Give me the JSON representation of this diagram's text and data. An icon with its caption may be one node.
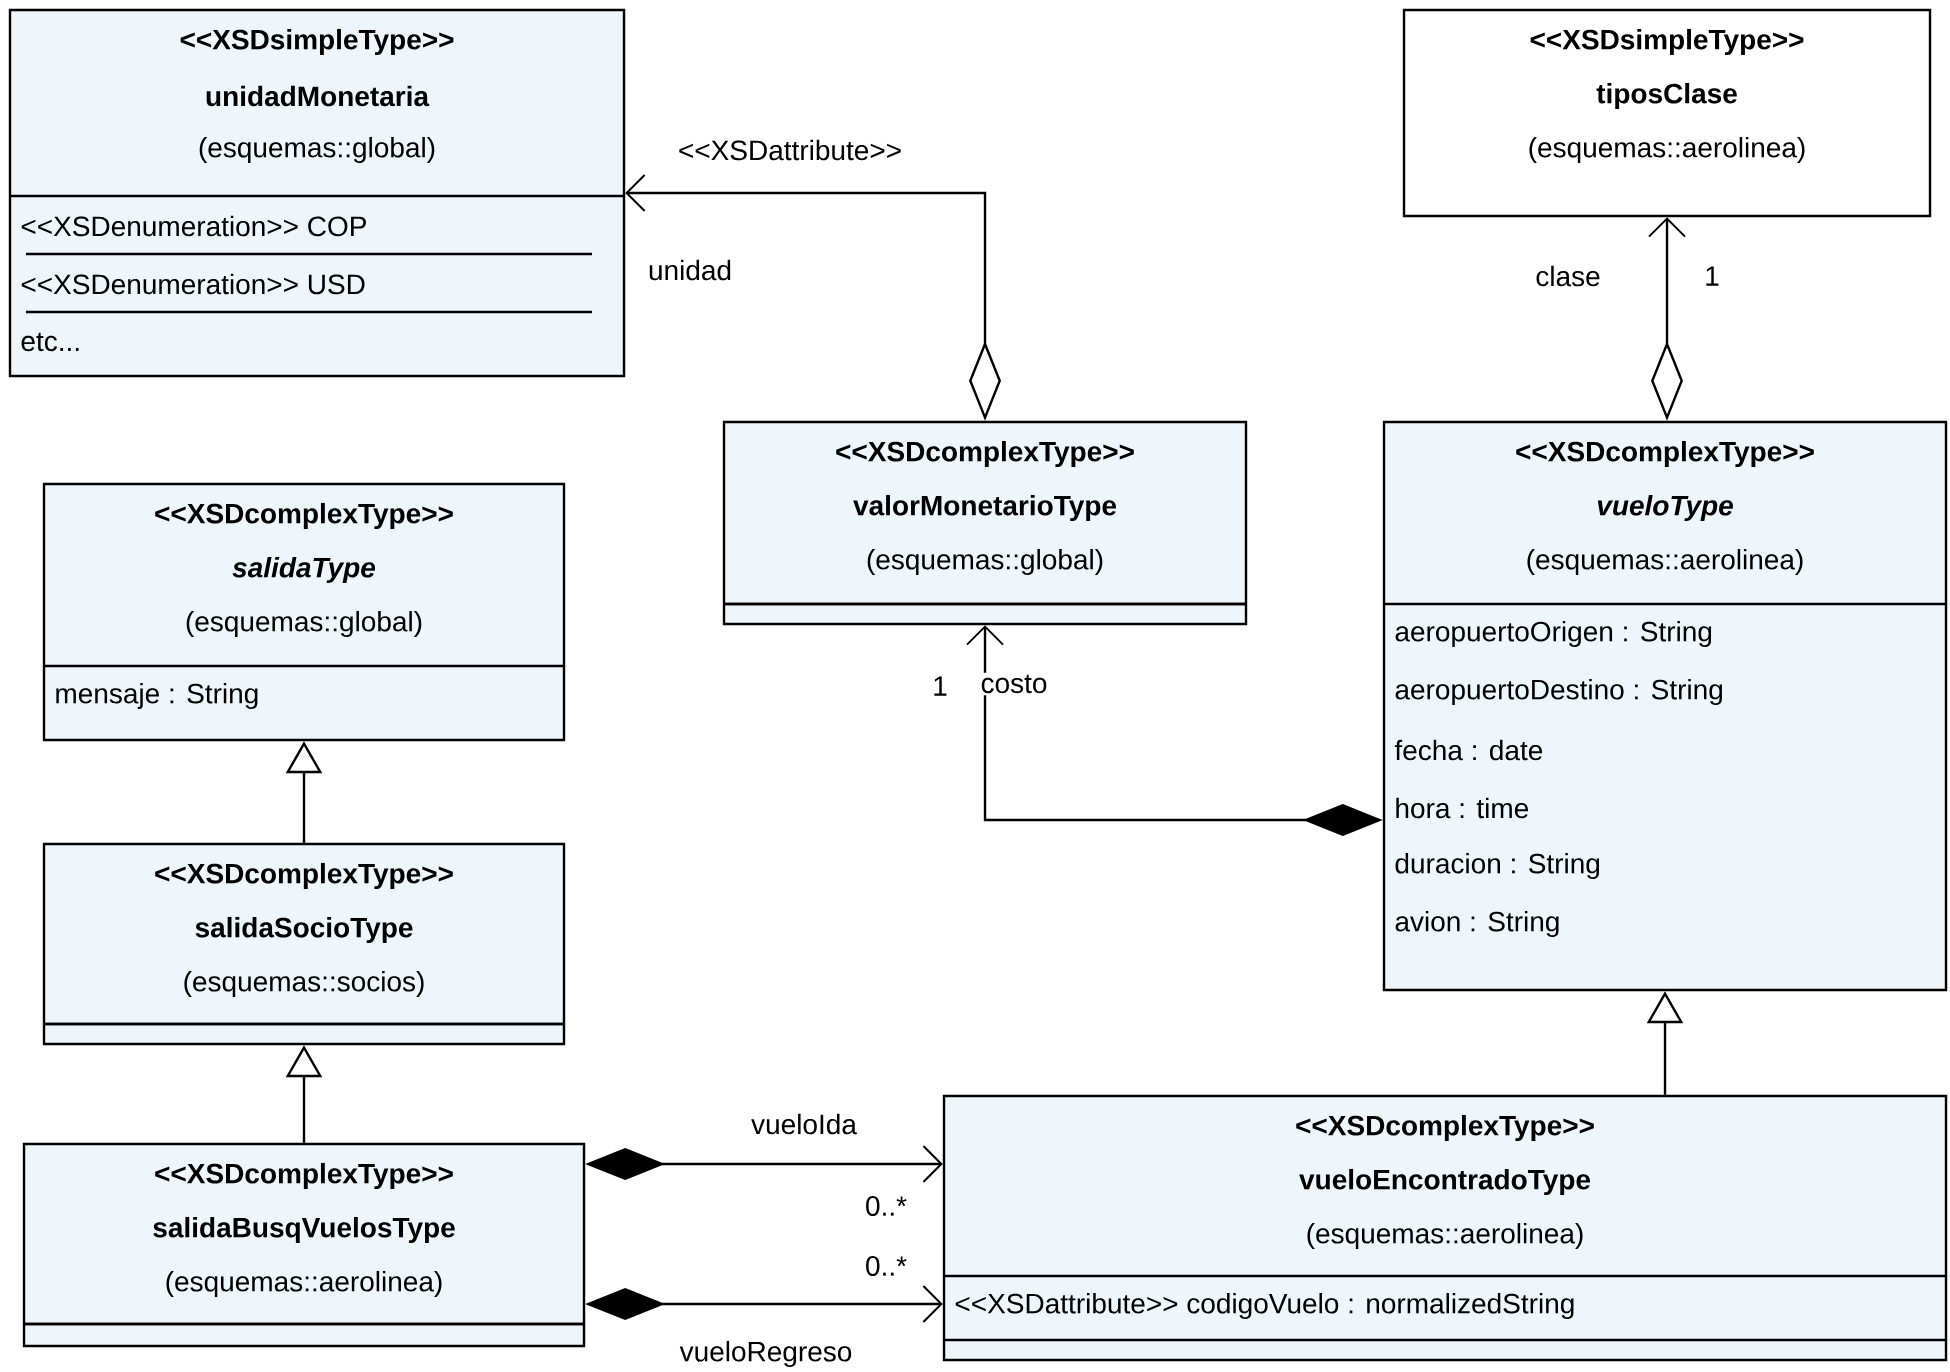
{
  "diagram": {
    "nodes": [
      {
        "text": [
          "<<XSDsimpleType>>",
          "unidadMonetaria",
          "(esquemas::global)",
          "<<XSDenumeration>>  COP",
          "<<XSDenumeration>>  USD",
          "etc..."
        ]
      },
      {
        "text": [
          "<<XSDsimpleType>>",
          "tiposClase",
          "(esquemas::aerolinea)"
        ]
      },
      {
        "text": [
          "<<XSDcomplexType>>",
          "salidaType",
          "(esquemas::global)",
          "mensaje : String"
        ]
      },
      {
        "text": [
          "<<XSDcomplexType>>",
          "valorMonetarioType",
          "(esquemas::global)"
        ]
      },
      {
        "text": [
          "<<XSDcomplexType>>",
          "vueloType",
          "(esquemas::aerolinea)",
          "aeropuertoOrigen : String",
          "aeropuertoDestino : String",
          "fecha : date",
          "hora : time",
          "duracion : String",
          "avion : String"
        ]
      },
      {
        "text": [
          "<<XSDcomplexType>>",
          "salidaSocioType",
          "(esquemas::socios)"
        ]
      },
      {
        "text": [
          "<<XSDcomplexType>>",
          "salidaBusqVuelosType",
          "(esquemas::aerolinea)"
        ]
      },
      {
        "text": [
          "<<XSDcomplexType>>",
          "vueloEncontradoType",
          "(esquemas::aerolinea)",
          "<<XSDattribute>>  codigoVuelo : normalizedString"
        ]
      }
    ],
    "edges": [
      {
        "from": 3,
        "to": 0,
        "arrow": "to",
        "label": "unidad"
      },
      {
        "from": 4,
        "to": 1,
        "arrow": "to",
        "label": "clase"
      },
      {
        "from": 4,
        "to": 3,
        "arrow": "to",
        "label": "costo"
      },
      {
        "from": 5,
        "to": 2,
        "arrow": "to"
      },
      {
        "from": 6,
        "to": 5,
        "arrow": "to"
      },
      {
        "from": 7,
        "to": 4,
        "arrow": "to"
      },
      {
        "from": 6,
        "to": 7,
        "arrow": "to",
        "label": "vueloIda"
      },
      {
        "from": 6,
        "to": 7,
        "arrow": "to",
        "label": "vueloRegreso"
      }
    ],
    "labels": [
      "<<XSDattribute>>",
      "1",
      "1",
      "0..*",
      "0..*"
    ]
  }
}
